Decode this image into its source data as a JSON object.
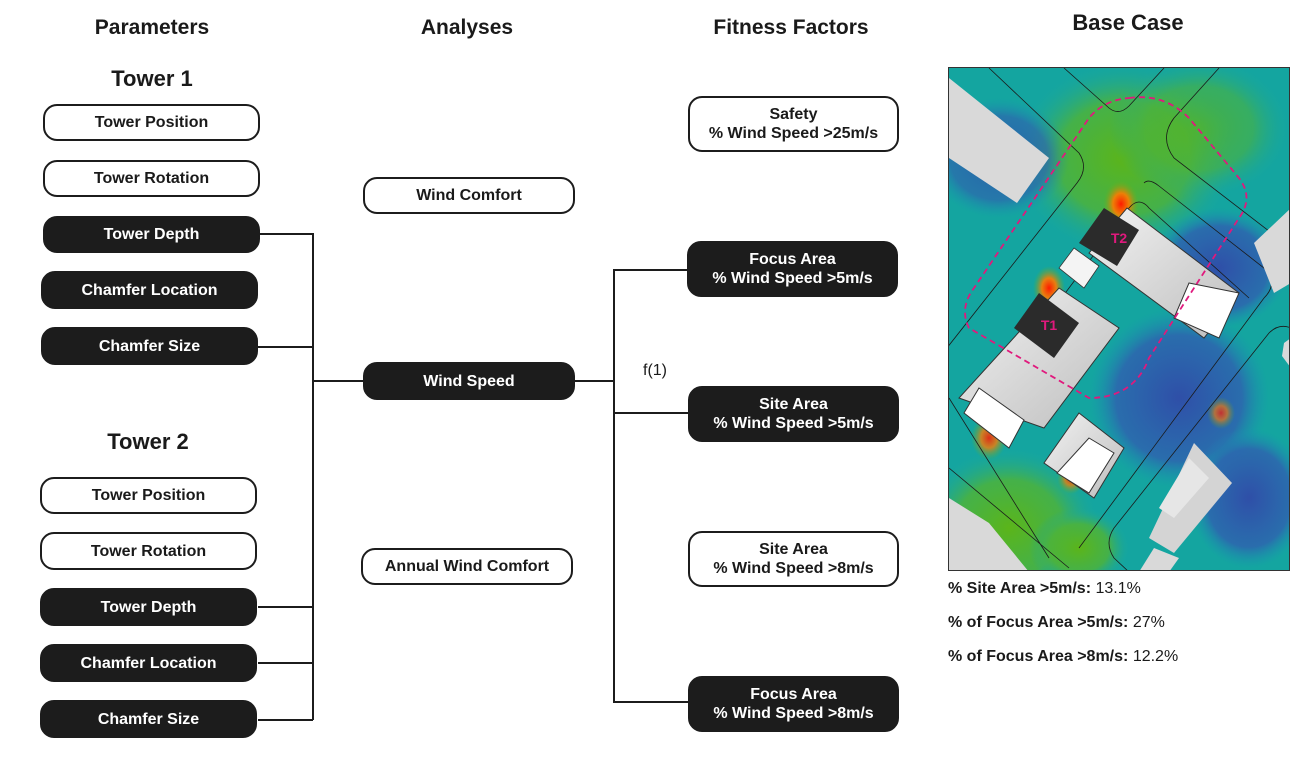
{
  "columns": {
    "parameters": "Parameters",
    "analyses": "Analyses",
    "fitness": "Fitness Factors",
    "base_case": "Base Case"
  },
  "tower1": {
    "title": "Tower 1",
    "items": [
      {
        "label": "Tower Position",
        "active": false
      },
      {
        "label": "Tower Rotation",
        "active": false
      },
      {
        "label": "Tower Depth",
        "active": true
      },
      {
        "label": "Chamfer Location",
        "active": true
      },
      {
        "label": "Chamfer Size",
        "active": true
      }
    ]
  },
  "tower2": {
    "title": "Tower 2",
    "items": [
      {
        "label": "Tower Position",
        "active": false
      },
      {
        "label": "Tower Rotation",
        "active": false
      },
      {
        "label": "Tower Depth",
        "active": true
      },
      {
        "label": "Chamfer Location",
        "active": true
      },
      {
        "label": "Chamfer Size",
        "active": true
      }
    ]
  },
  "analyses": [
    {
      "label": "Wind Comfort",
      "active": false
    },
    {
      "label": "Wind Speed",
      "active": true
    },
    {
      "label": "Annual Wind Comfort",
      "active": false
    }
  ],
  "fitness_factors": [
    {
      "line1": "Safety",
      "line2": "% Wind Speed >25m/s",
      "active": false
    },
    {
      "line1": "Focus Area",
      "line2": "% Wind Speed >5m/s",
      "active": true
    },
    {
      "line1": "Site Area",
      "line2": "% Wind Speed >5m/s",
      "active": true
    },
    {
      "line1": "Site Area",
      "line2": "% Wind Speed >8m/s",
      "active": false
    },
    {
      "line1": "Focus Area",
      "line2": "% Wind Speed >8m/s",
      "active": true
    }
  ],
  "function_label": "f(1)",
  "base_case": {
    "tower_labels": [
      "T1",
      "T2"
    ],
    "highlight_color": "#e0197d",
    "stats": [
      {
        "label": "% Site Area >5m/s:",
        "value": "13.1%"
      },
      {
        "label": "% of Focus Area >5m/s:",
        "value": "27%"
      },
      {
        "label": "% of Focus Area >8m/s:",
        "value": "12.2%"
      }
    ]
  }
}
